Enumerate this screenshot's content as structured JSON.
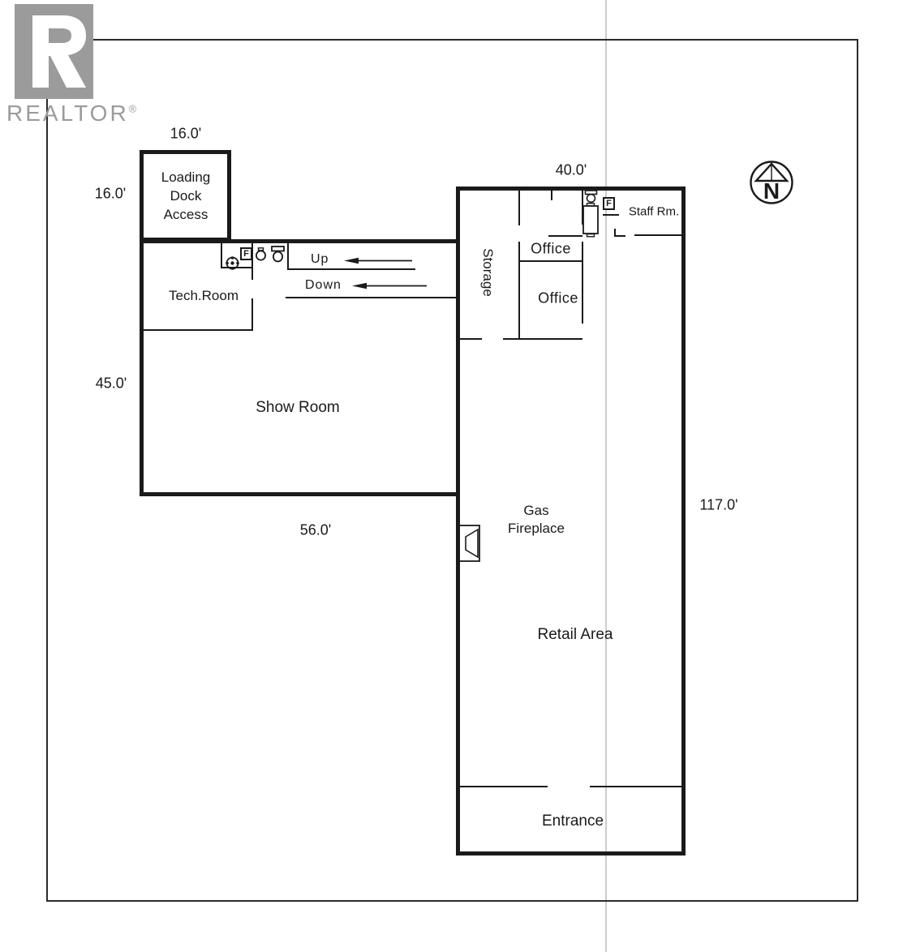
{
  "branding": {
    "logo_text": "REALTOR",
    "registered": "®"
  },
  "compass": {
    "north_letter": "N"
  },
  "dimensions": {
    "loading_dock_top": "16.0'",
    "loading_dock_left": "16.0'",
    "building_top": "40.0'",
    "showroom_left": "45.0'",
    "showroom_bottom": "56.0'",
    "building_right": "117.0'"
  },
  "rooms": {
    "loading_dock": {
      "lines": [
        "Loading",
        "Dock",
        "Access"
      ]
    },
    "tech_room": {
      "label": "Tech.Room"
    },
    "show_room": {
      "label": "Show Room"
    },
    "storage": {
      "label": "Storage"
    },
    "office_upper": {
      "label": "Office"
    },
    "office_lower": {
      "label": "Office"
    },
    "staff_room": {
      "label": "Staff Rm."
    },
    "retail_area": {
      "label": "Retail Area"
    },
    "entrance": {
      "label": "Entrance"
    }
  },
  "features": {
    "gas_fireplace": {
      "lines": [
        "Gas",
        "Fireplace"
      ]
    },
    "stairs": {
      "up": "Up",
      "down": "Down"
    },
    "furnace_symbol": "F"
  },
  "colors": {
    "wall": "#1a1a1a",
    "logo_gray": "#9b9b9b",
    "scan_artifact": "#cccccc"
  }
}
